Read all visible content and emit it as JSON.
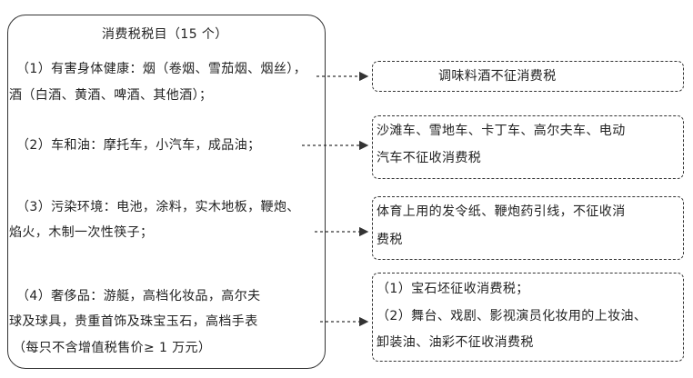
{
  "main": {
    "title": "消费税税目（15 个）",
    "item1": {
      "line1": "（1）有害身体健康：烟（卷烟、雪茄烟、烟丝），",
      "line2": "酒（白酒、黄酒、啤酒、其他酒）；"
    },
    "item2": {
      "line1": "（2）车和油：摩托车，小汽车，成品油；"
    },
    "item3": {
      "line1": "（3）污染环境：电池，涂料，实木地板，鞭炮、",
      "line2": "焰火，木制一次性筷子；"
    },
    "item4": {
      "line1": "（4）奢侈品：游艇，高档化妆品，高尔夫",
      "line2": "球及球具，贵重首饰及珠宝玉石，高档手表",
      "line3": "（每只不含增值税售价≥ 1 万元）"
    }
  },
  "notes": {
    "note1": {
      "line1": "调味料酒不征消费税"
    },
    "note2": {
      "line1": "沙滩车、雪地车、卡丁车、高尔夫车、电动",
      "line2": "汽车不征收消费税"
    },
    "note3": {
      "line1": "体育上用的发令纸、鞭炮药引线，不征收消",
      "line2": "费税"
    },
    "note4": {
      "line1": "（1）宝石坯征收消费税；",
      "line2": "（2）舞台、戏剧、影视演员化妆用的上妆油、",
      "line3": "卸装油、油彩不征收消费税"
    }
  },
  "colors": {
    "stroke": "#333333",
    "text": "#222222"
  }
}
